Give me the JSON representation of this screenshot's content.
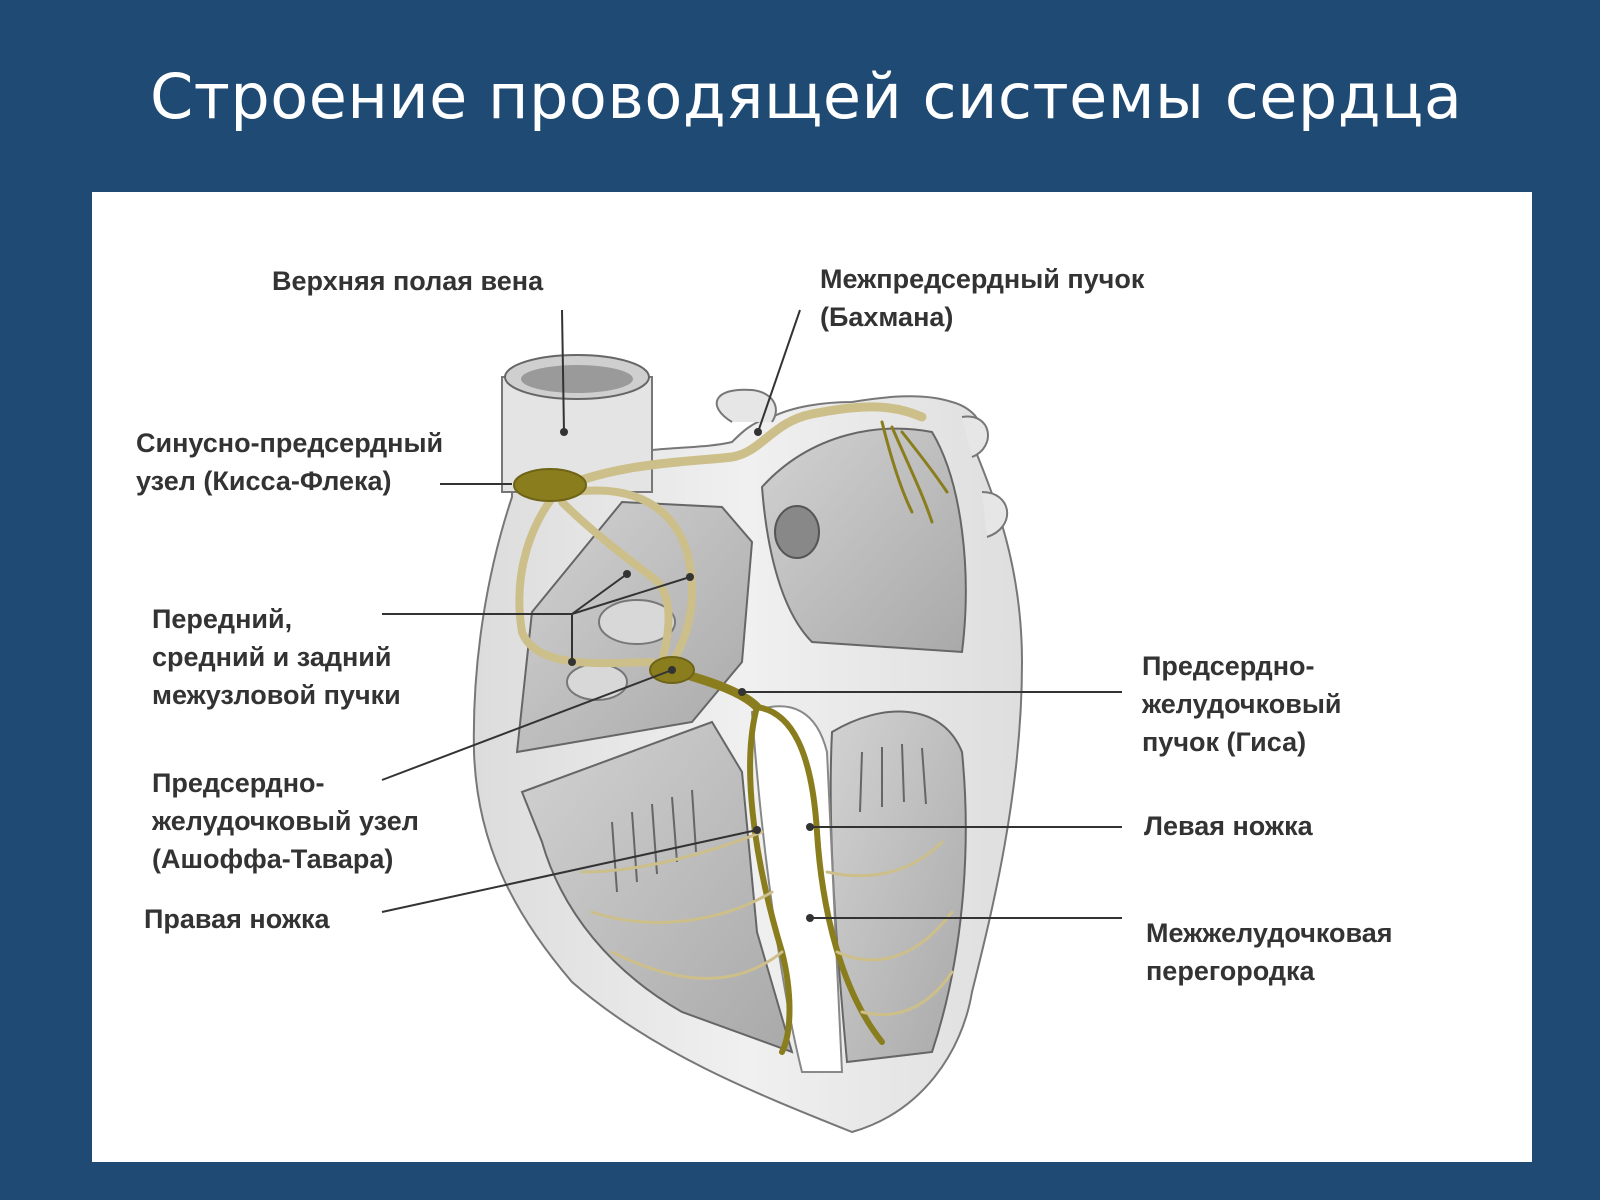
{
  "title": "Строение проводящей системы сердца",
  "labels": {
    "superior_vena_cava": [
      "Верхняя полая вена"
    ],
    "bachmann_bundle": [
      "Межпредсердный пучок",
      "(Бахмана)"
    ],
    "sa_node": [
      "Синусно-предсердный",
      "узел (Кисса-Флека)"
    ],
    "internodal_tracts": [
      "Передний,",
      "средний и задний",
      "межузловой пучки"
    ],
    "av_node": [
      "Предсердно-",
      "желудочковый узел",
      "(Ашоффа-Тавара)"
    ],
    "right_bundle_branch": [
      "Правая ножка"
    ],
    "his_bundle": [
      "Предсердно-",
      "желудочковый",
      "пучок (Гиса)"
    ],
    "left_bundle_branch": [
      "Левая ножка"
    ],
    "interventricular_septum": [
      "Межжелудочковая",
      "перегородка"
    ]
  },
  "colors": {
    "background": "#1f4a73",
    "panel": "#ffffff",
    "conduction_path": "#8a7d1e",
    "conduction_path_light": "#cdbf8a",
    "heart_wall": "#e6e6e6",
    "chamber": "#b9b9b9",
    "leader_line": "#333333"
  }
}
